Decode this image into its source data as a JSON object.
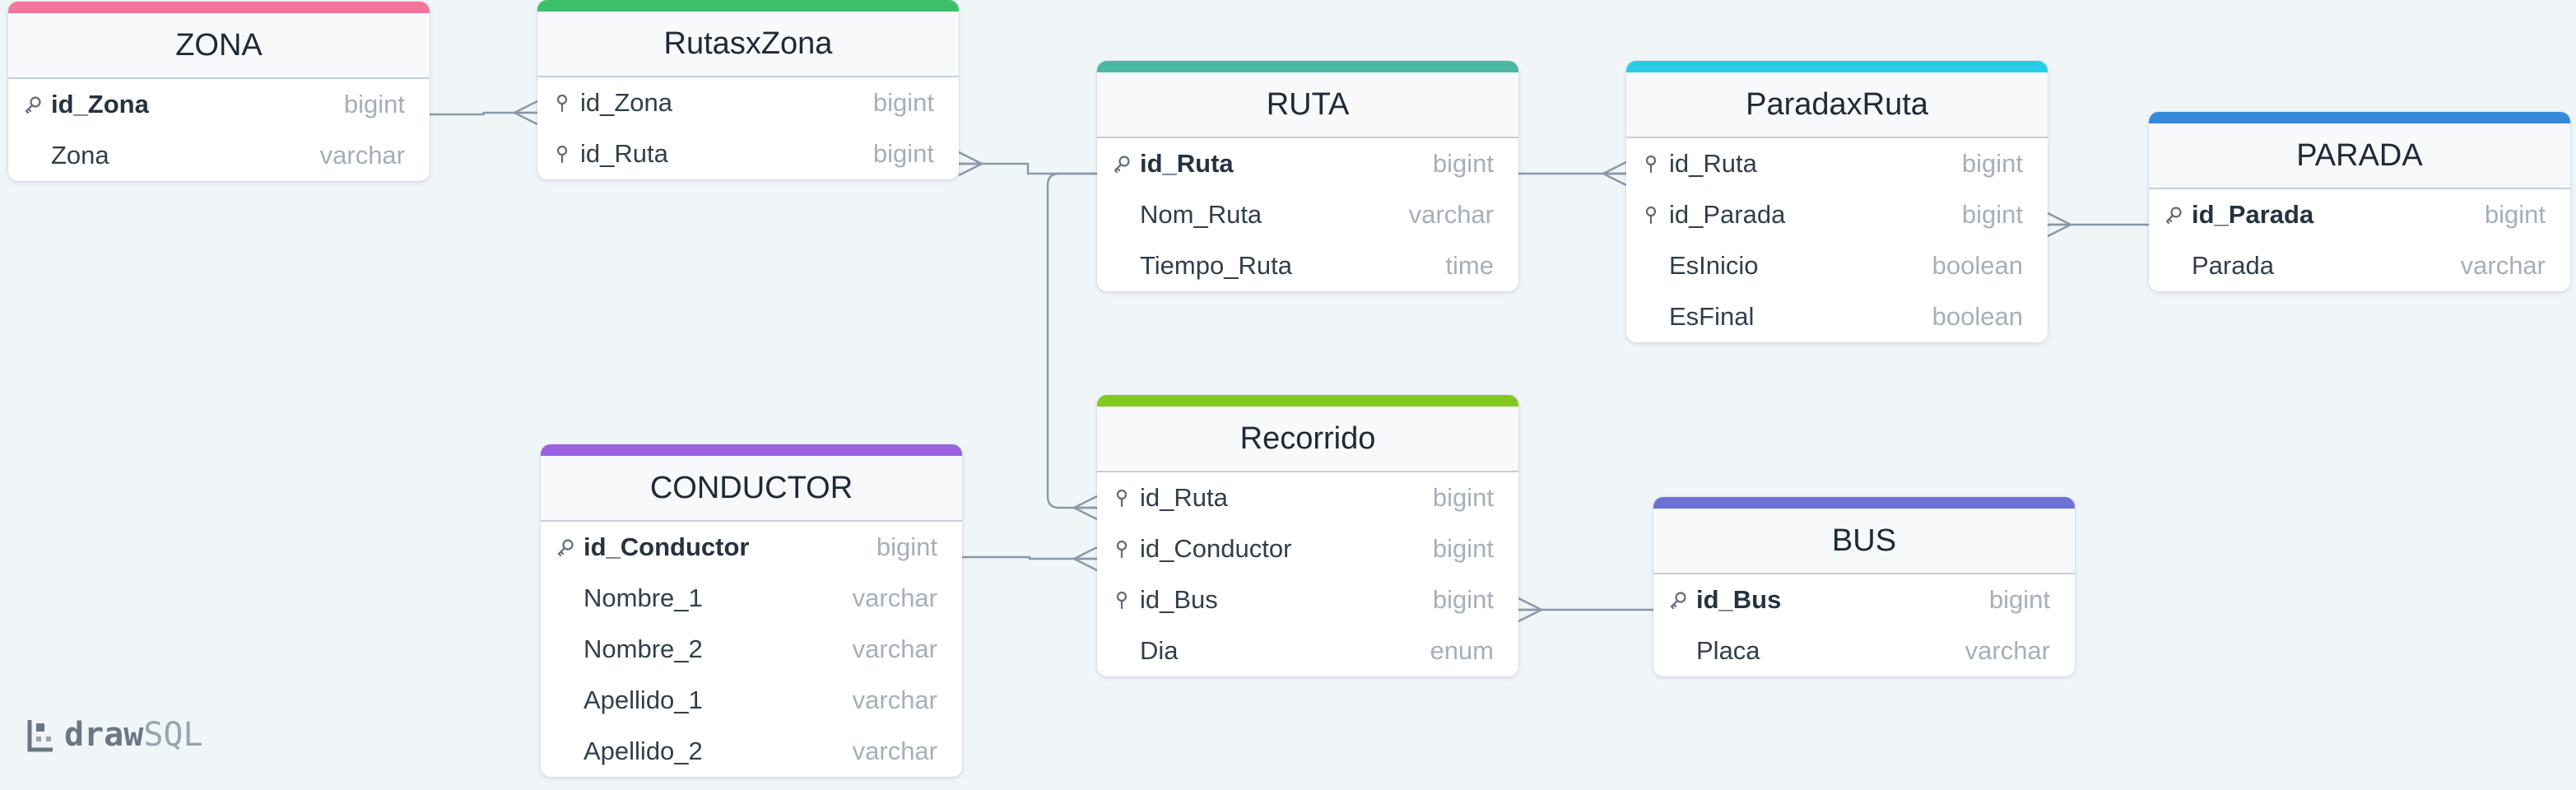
{
  "brand": {
    "word1": "draw",
    "word2": "SQL"
  },
  "tables": [
    {
      "id": "zona",
      "name": "ZONA",
      "accent": "#f2759b",
      "columns": [
        {
          "name": "id_Zona",
          "type": "bigint",
          "key": "pk"
        },
        {
          "name": "Zona",
          "type": "varchar",
          "key": ""
        }
      ]
    },
    {
      "id": "rutasxzona",
      "name": "RutasxZona",
      "accent": "#3dbf6b",
      "columns": [
        {
          "name": "id_Zona",
          "type": "bigint",
          "key": "fk"
        },
        {
          "name": "id_Ruta",
          "type": "bigint",
          "key": "fk"
        }
      ]
    },
    {
      "id": "ruta",
      "name": "RUTA",
      "accent": "#4bb9a3",
      "columns": [
        {
          "name": "id_Ruta",
          "type": "bigint",
          "key": "pk"
        },
        {
          "name": "Nom_Ruta",
          "type": "varchar",
          "key": ""
        },
        {
          "name": "Tiempo_Ruta",
          "type": "time",
          "key": ""
        }
      ]
    },
    {
      "id": "paradaxruta",
      "name": "ParadaxRuta",
      "accent": "#27cde6",
      "columns": [
        {
          "name": "id_Ruta",
          "type": "bigint",
          "key": "fk"
        },
        {
          "name": "id_Parada",
          "type": "bigint",
          "key": "fk"
        },
        {
          "name": "EsInicio",
          "type": "boolean",
          "key": ""
        },
        {
          "name": "EsFinal",
          "type": "boolean",
          "key": ""
        }
      ]
    },
    {
      "id": "parada",
      "name": "PARADA",
      "accent": "#3489d9",
      "columns": [
        {
          "name": "id_Parada",
          "type": "bigint",
          "key": "pk"
        },
        {
          "name": "Parada",
          "type": "varchar",
          "key": ""
        }
      ]
    },
    {
      "id": "recorrido",
      "name": "Recorrido",
      "accent": "#84c91f",
      "columns": [
        {
          "name": "id_Ruta",
          "type": "bigint",
          "key": "fk"
        },
        {
          "name": "id_Conductor",
          "type": "bigint",
          "key": "fk"
        },
        {
          "name": "id_Bus",
          "type": "bigint",
          "key": "fk"
        },
        {
          "name": "Dia",
          "type": "enum",
          "key": ""
        }
      ]
    },
    {
      "id": "conductor",
      "name": "CONDUCTOR",
      "accent": "#9a63dd",
      "columns": [
        {
          "name": "id_Conductor",
          "type": "bigint",
          "key": "pk"
        },
        {
          "name": "Nombre_1",
          "type": "varchar",
          "key": ""
        },
        {
          "name": "Nombre_2",
          "type": "varchar",
          "key": ""
        },
        {
          "name": "Apellido_1",
          "type": "varchar",
          "key": ""
        },
        {
          "name": "Apellido_2",
          "type": "varchar",
          "key": ""
        }
      ]
    },
    {
      "id": "bus",
      "name": "BUS",
      "accent": "#6c72d4",
      "columns": [
        {
          "name": "id_Bus",
          "type": "bigint",
          "key": "pk"
        },
        {
          "name": "Placa",
          "type": "varchar",
          "key": ""
        }
      ]
    }
  ],
  "relations": [
    {
      "from": "zona.id_Zona",
      "to": "rutasxzona.id_Zona",
      "cardinality": "one-to-many"
    },
    {
      "from": "ruta.id_Ruta",
      "to": "rutasxzona.id_Ruta",
      "cardinality": "one-to-many"
    },
    {
      "from": "ruta.id_Ruta",
      "to": "paradaxruta.id_Ruta",
      "cardinality": "one-to-many"
    },
    {
      "from": "parada.id_Parada",
      "to": "paradaxruta.id_Parada",
      "cardinality": "one-to-many"
    },
    {
      "from": "ruta.id_Ruta",
      "to": "recorrido.id_Ruta",
      "cardinality": "one-to-many"
    },
    {
      "from": "conductor.id_Conductor",
      "to": "recorrido.id_Conductor",
      "cardinality": "one-to-many"
    },
    {
      "from": "bus.id_Bus",
      "to": "recorrido.id_Bus",
      "cardinality": "one-to-many"
    }
  ]
}
